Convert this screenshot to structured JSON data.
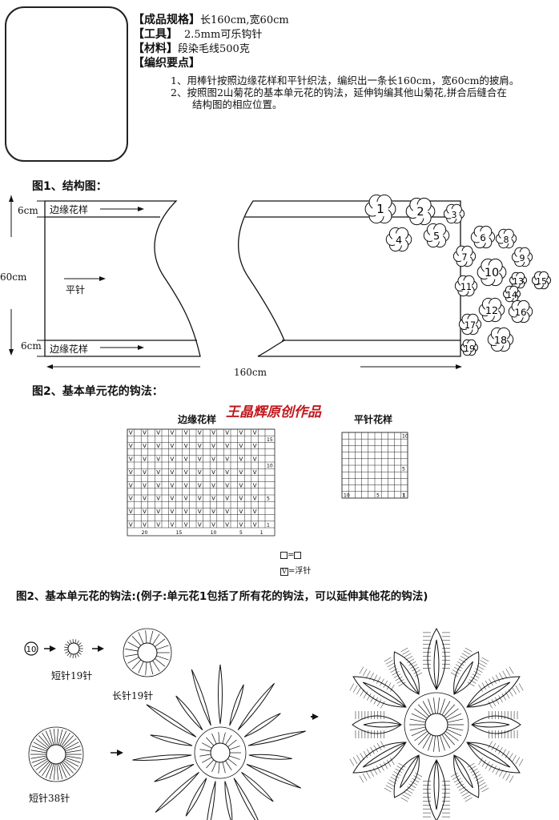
{
  "specs": [
    {
      "label": "【成品规格】",
      "value": "长160cm,宽60cm"
    },
    {
      "label": "【工具】",
      "value": "2.5mm可乐钩针"
    },
    {
      "label": "【材料】",
      "value": "段染毛线500克"
    },
    {
      "label": "【编织要点】",
      "value": ""
    }
  ],
  "notes": {
    "line1": "1、用棒针按照边缘花样和平针织法，编织出一条长160cm，宽60cm的披肩。",
    "line2": "2、按照图2山菊花的基本单元花的钩法，延伸钩编其他山菊花,拼合后缝合在",
    "line3": "结构图的相应位置。"
  },
  "figure1": {
    "title": "图1、结构图：",
    "dim_top": "6cm",
    "dim_bottom": "6cm",
    "dim_height": "60cm",
    "dim_length": "160cm",
    "band_top_label": "边缘花样",
    "band_bottom_label": "边缘花样",
    "body_label": "平针",
    "flower_numbers": [
      "1",
      "2",
      "3",
      "4",
      "5",
      "6",
      "7",
      "8",
      "9",
      "10",
      "11",
      "12",
      "13",
      "14",
      "15",
      "16",
      "17",
      "18",
      "19"
    ]
  },
  "figure2a": {
    "title": "图2、基本单元花的钩法：",
    "author": "王晶辉原创作品",
    "edge_chart_title": "边缘花样",
    "edge_row_labels": [
      "15",
      "10",
      "5",
      "1"
    ],
    "edge_col_labels": [
      "20",
      "15",
      "10",
      "5",
      "1"
    ],
    "plain_chart_title": "平针花样",
    "plain_row_labels": [
      "10",
      "5",
      "1"
    ],
    "plain_col_labels": [
      "10",
      "5",
      "1"
    ],
    "legend_blank": "=",
    "legend_v": "=浮针"
  },
  "figure2b": {
    "title": "图2、基本单元花的钩法:(例子:单元花1包括了所有花的钩法，可以延伸其他花的钩法)",
    "start_num": "10",
    "label_round1": "短针19针",
    "label_round2": "长针19针",
    "label_round3": "短针38针"
  }
}
